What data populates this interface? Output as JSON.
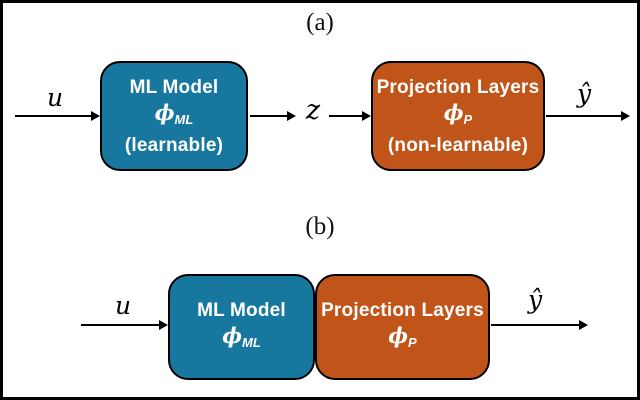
{
  "colors": {
    "blue": "#17779e",
    "orange": "#c05419",
    "line": "#000000",
    "box_text": "#ffffff"
  },
  "figure_a": {
    "label": "(a)",
    "input_label": "u",
    "latent_label": "z",
    "output_label": "ŷ",
    "ml_box": {
      "title": "ML Model",
      "phi": "ϕ",
      "phi_sub": "ML",
      "note": "(learnable)"
    },
    "proj_box": {
      "title": "Projection Layers",
      "phi": "ϕ",
      "phi_sub": "P",
      "note": "(non-learnable)"
    }
  },
  "figure_b": {
    "label": "(b)",
    "input_label": "u",
    "output_label": "ŷ",
    "ml_box": {
      "title": "ML Model",
      "phi": "ϕ",
      "phi_sub": "ML"
    },
    "proj_box": {
      "title": "Projection Layers",
      "phi": "ϕ",
      "phi_sub": "P"
    }
  }
}
